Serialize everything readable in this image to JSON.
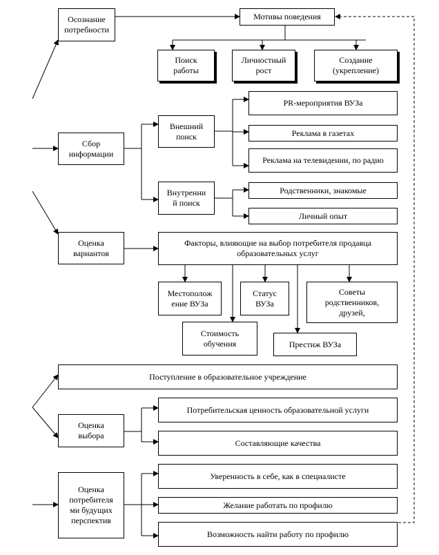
{
  "diagram": {
    "awareness": "Осознание\nпотребности",
    "motives": "Мотивы поведения",
    "job_search": "Поиск\nработы",
    "personal_growth": "Личностный\nрост",
    "family_creation": "Создание\n(укрепление)",
    "info_gathering": "Сбор\nинформации",
    "external_search": "Внешний\nпоиск",
    "pr_events": "PR-мероприятия ВУЗа",
    "newspaper_ads": "Реклама в газетах",
    "tv_radio_ads": "Реклама на телевидении, по радио",
    "internal_search": "Внутренни\nй поиск",
    "relatives_friends": "Родственники, знакомые",
    "personal_experience": "Личный опыт",
    "evaluation_alternatives": "Оценка\nвариантов",
    "factors": "Факторы, влияющие на выбор потребителя продавца\nобразовательных услуг",
    "location": "Местополож\nение ВУЗа",
    "status": "Статус\nВУЗа",
    "relatives_advice": "Советы\nродственников,\nдрузей,",
    "tuition_cost": "Стоимость\nобучения",
    "prestige": "Престиж ВУЗа",
    "enrollment": "Поступление в образовательное учреждение",
    "choice_evaluation": "Оценка\nвыбора",
    "consumer_value": "Потребительская ценность образовательной услуги",
    "quality_components": "Составляющие качества",
    "future_evaluation": "Оценка\nпотребителя\nми будущих\nперспектив",
    "self_confidence": "Уверенность в себе, как в специалисте",
    "work_desire": "Желание работать по профилю",
    "job_opportunity": "Возможность найти работу по профилю"
  }
}
